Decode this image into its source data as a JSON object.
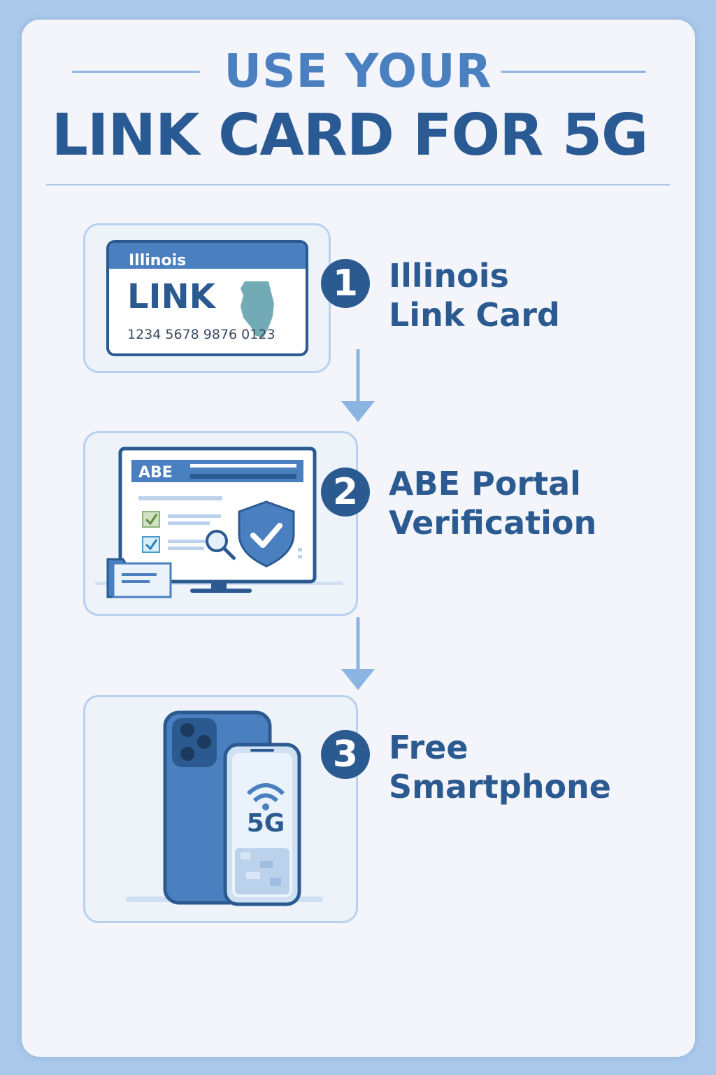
{
  "header": {
    "title_line1": "USE YOUR",
    "title_line2": "LINK CARD FOR 5G"
  },
  "steps": [
    {
      "number": "1",
      "label_line1": "Illinois",
      "label_line2": "Link Card",
      "card": {
        "state": "Illinois",
        "brand": "LINK",
        "card_number": "1234 5678 9876 0123"
      }
    },
    {
      "number": "2",
      "label_line1": "ABE Portal",
      "label_line2": "Verification",
      "screen": {
        "brand": "ABE"
      }
    },
    {
      "number": "3",
      "label_line1": "Free",
      "label_line2": "Smartphone",
      "phone": {
        "network": "5G"
      }
    }
  ],
  "colors": {
    "primary": "#2b5a91",
    "accent": "#4a80c0",
    "frame": "#a9c8ea",
    "light_border": "#b8d1ee"
  }
}
